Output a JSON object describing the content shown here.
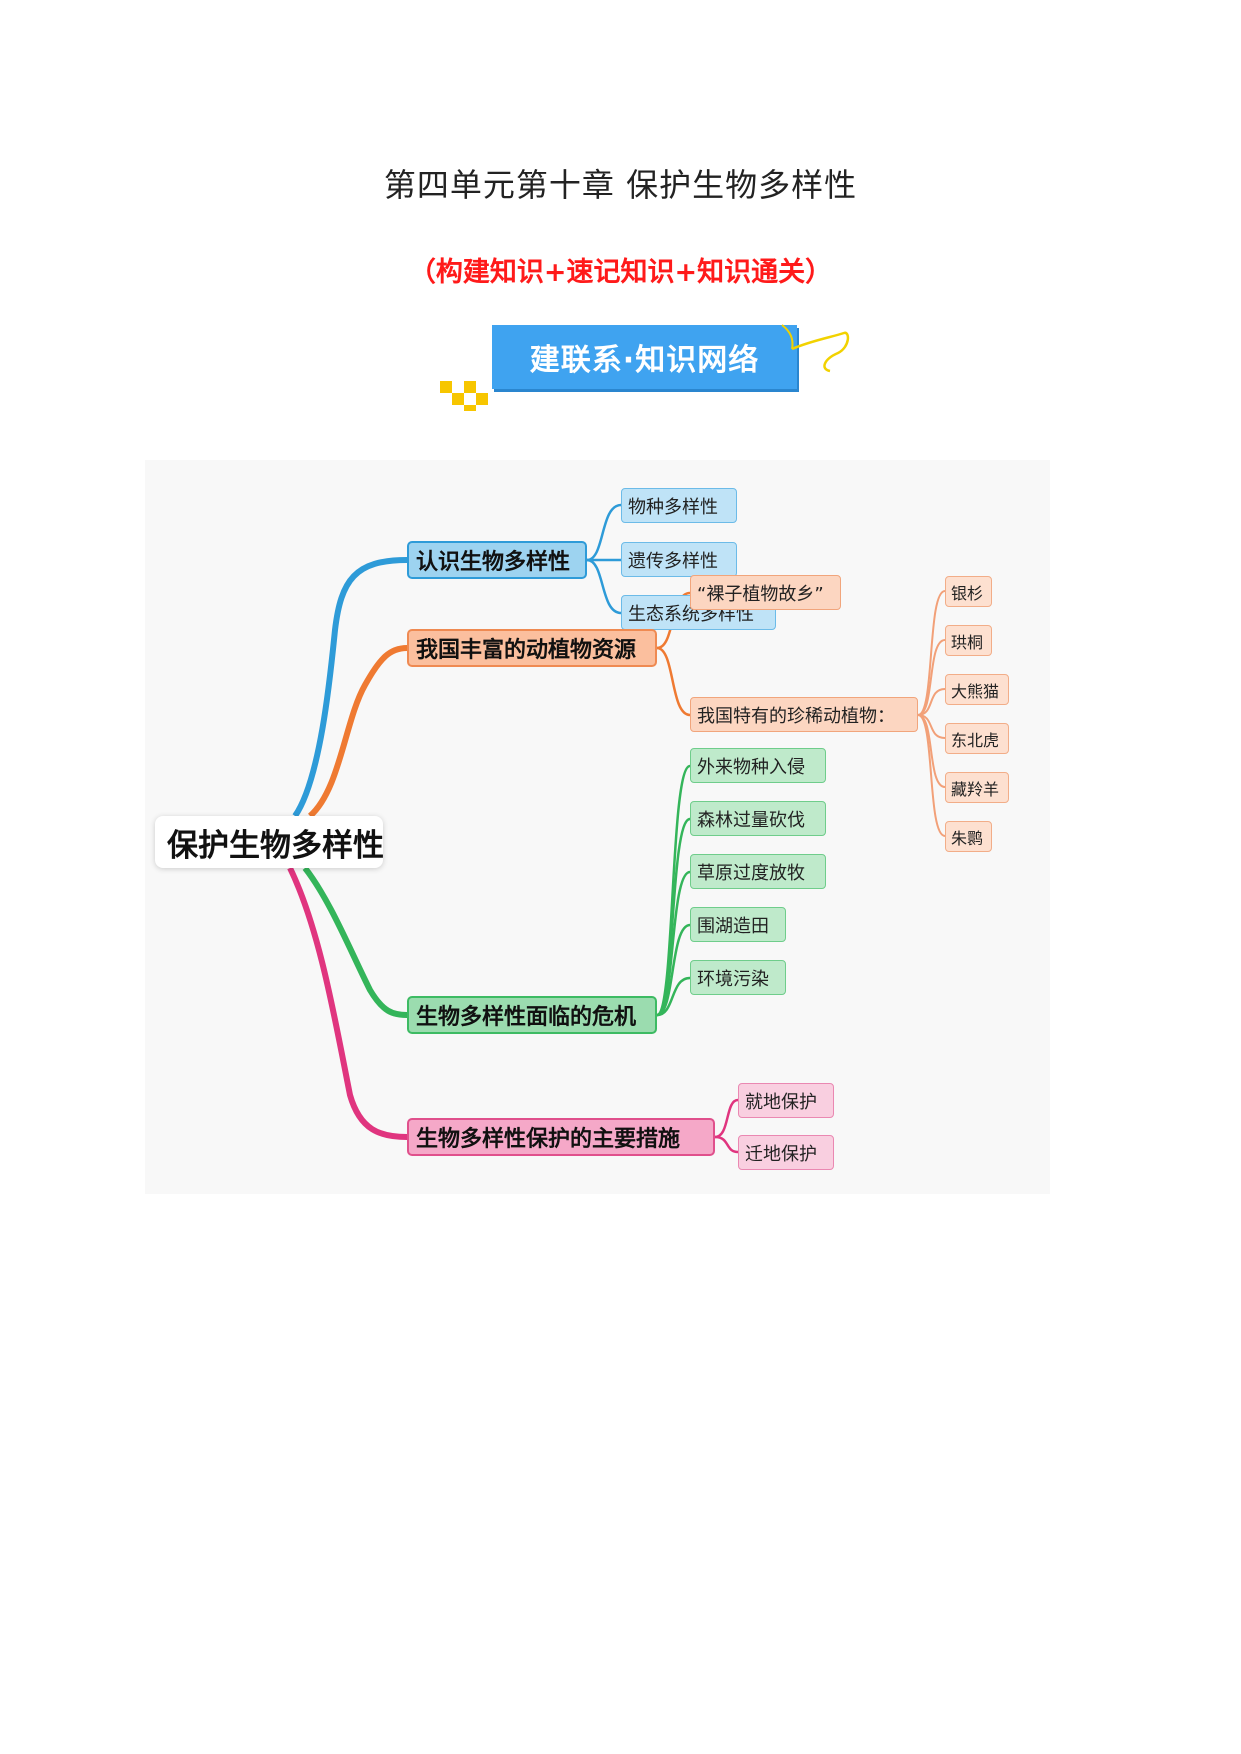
{
  "header": {
    "title": "第四单元第十章  保护生物多样性",
    "subtitle": "（构建知识+速记知识+知识通关）",
    "banner": "建联系·知识网络"
  },
  "mindmap": {
    "root": "保护生物多样性",
    "branches": [
      {
        "label": "认识生物多样性",
        "color": "#2e9bd8",
        "children": [
          "物种多样性",
          "遗传多样性",
          "生态系统多样性"
        ]
      },
      {
        "label": "我国丰富的动植物资源",
        "color": "#ef7a32",
        "children": [
          "“裸子植物故乡”",
          "我国特有的珍稀动植物："
        ],
        "leaves": [
          "银杉",
          "珙桐",
          "大熊猫",
          "东北虎",
          "藏羚羊",
          "朱鹮"
        ]
      },
      {
        "label": "生物多样性面临的危机",
        "color": "#34b55a",
        "children": [
          "外来物种入侵",
          "森林过量砍伐",
          "草原过度放牧",
          "围湖造田",
          "环境污染"
        ]
      },
      {
        "label": "生物多样性保护的主要措施",
        "color": "#e0357f",
        "children": [
          "就地保护",
          "迁地保护"
        ]
      }
    ]
  }
}
